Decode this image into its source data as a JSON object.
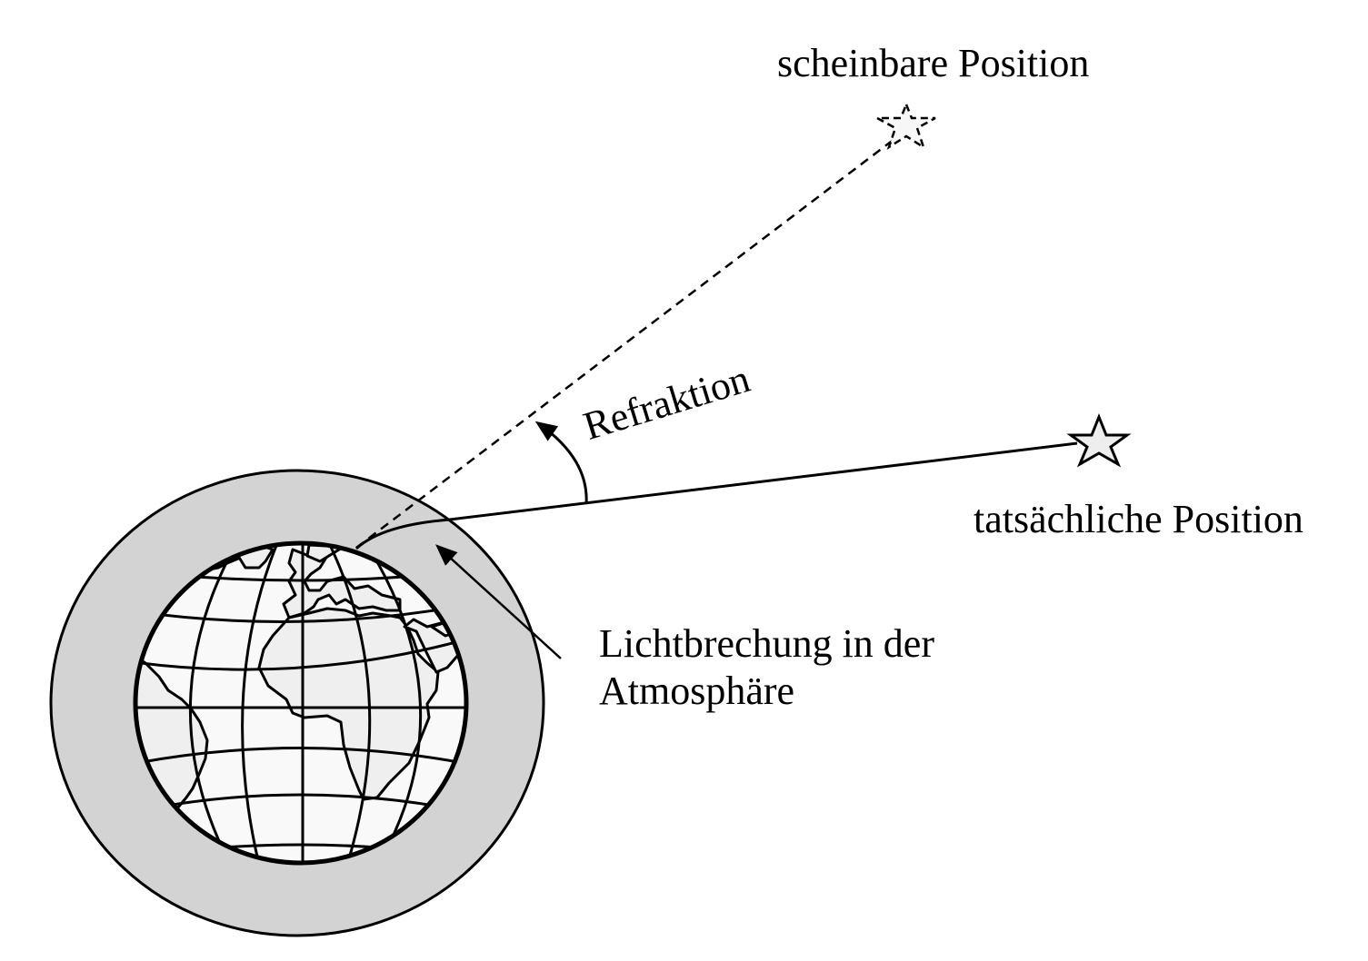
{
  "labels": {
    "apparent_position": "scheinbare Position",
    "actual_position": "tatsächliche Position",
    "refraction": "Refraktion",
    "atmosphere_line1": "Lichtbrechung in der",
    "atmosphere_line2": "Atmosphäre"
  },
  "colors": {
    "atmosphere": "#d3d3d3",
    "ocean": "#f9f9f9",
    "land": "#efefef",
    "star_fill": "#eeeeee",
    "apparent_star_fill": "#f7f7f7",
    "stroke": "#000000"
  },
  "elements": {
    "globe": "Earth globe with latitude/longitude grid showing Europe and Africa",
    "atmosphere": "Grey ring around the globe representing the atmosphere",
    "true_ray": "Solid light ray from the actual star, bent in the atmosphere",
    "apparent_ray": "Dashed line of sight to the apparent star position",
    "refraction_arrow": "Curved arrow indicating refraction angle",
    "pointer_arrow": "Arrow pointing into the atmosphere band"
  }
}
